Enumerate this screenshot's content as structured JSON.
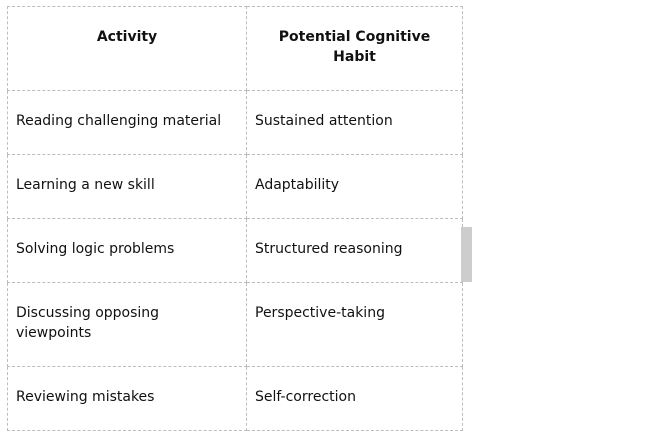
{
  "table": {
    "headers": [
      "Activity",
      "Potential Cognitive Habit"
    ],
    "rows": [
      {
        "activity": "Reading challenging material",
        "habit": "Sustained attention"
      },
      {
        "activity": "Learning a new skill",
        "habit": "Adaptability"
      },
      {
        "activity": "Solving logic problems",
        "habit": "Structured reasoning"
      },
      {
        "activity": "Discussing opposing viewpoints",
        "habit": "Perspective-taking"
      },
      {
        "activity": "Reviewing mistakes",
        "habit": "Self-correction"
      }
    ]
  }
}
